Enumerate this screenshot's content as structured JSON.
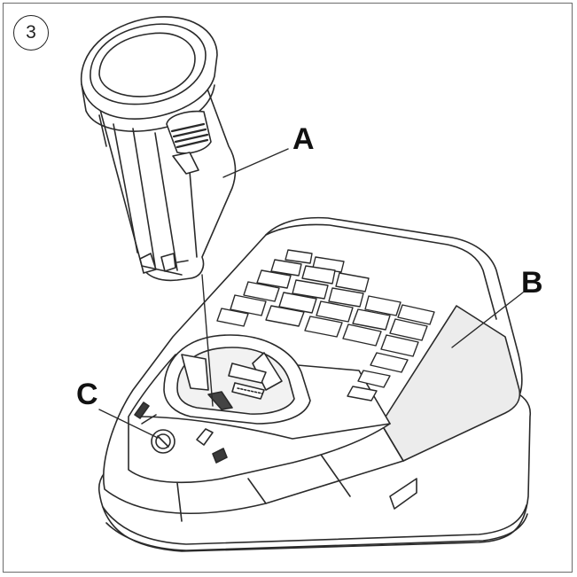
{
  "step_number": "3",
  "callouts": {
    "a": "A",
    "b": "B",
    "c": "C"
  },
  "parts": {
    "battery": "battery-pack",
    "charger": "charger-base",
    "indicator": "charge-indicator"
  },
  "colors": {
    "line": "#2a2a2a",
    "fill": "#ffffff",
    "shade": "#e6e6e6",
    "frame": "#6b6b6b"
  }
}
